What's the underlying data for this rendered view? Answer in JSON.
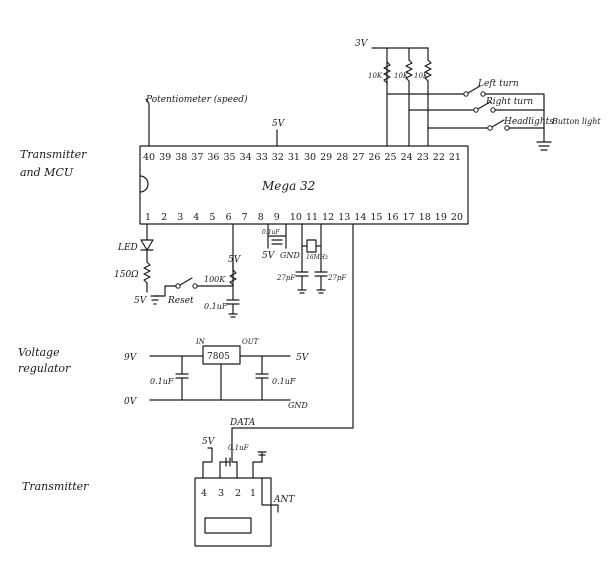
{
  "sections": {
    "mcu": [
      "Transmitter",
      "and MCU"
    ],
    "regulator": [
      "Voltage",
      "regulator"
    ],
    "transmitter": "Transmitter"
  },
  "mcu": {
    "chip_label": "Mega 32",
    "top_pins": [
      "40",
      "39",
      "38",
      "37",
      "36",
      "35",
      "34",
      "33",
      "32",
      "31",
      "30",
      "29",
      "28",
      "27",
      "26",
      "25",
      "24",
      "23",
      "22",
      "21"
    ],
    "bottom_pins": [
      "1",
      "2",
      "3",
      "4",
      "5",
      "6",
      "7",
      "8",
      "9",
      "10",
      "11",
      "12",
      "13",
      "14",
      "15",
      "16",
      "17",
      "18",
      "19",
      "20"
    ]
  },
  "labels": {
    "potentiometer": "Potentiometer (speed)",
    "vcc_5v": "5V",
    "vcc_3v": "3V",
    "r10k": "10K",
    "left_turn": "Left turn",
    "right_turn": "Right turn",
    "headlights": "Headlights",
    "button_light": "Button light",
    "led": "LED",
    "r150": "150Ω",
    "reset": "Reset",
    "r100k": "100K",
    "c01": "0.1uF",
    "gnd": "GND",
    "xtal": "16MHz",
    "c27": "27pF",
    "v9": "9V",
    "in": "IN",
    "out": "OUT",
    "reg": "7805",
    "v0": "0V",
    "data": "DATA",
    "ant": "ANT",
    "tx_pins": [
      "4",
      "3",
      "2",
      "1"
    ]
  }
}
